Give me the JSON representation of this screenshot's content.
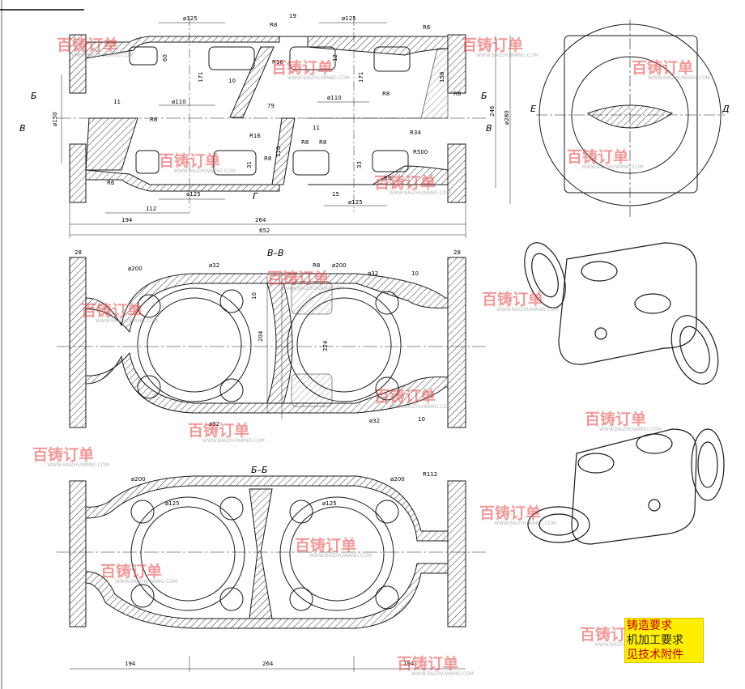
{
  "views": {
    "section_v": "В–В",
    "section_b": "Б–Б",
    "cut_b": "Б",
    "cut_v": "В",
    "cut_g": "Г",
    "cut_e": "Е",
    "cut_d": "Д"
  },
  "dims_top": [
    "ø125",
    "R8",
    "19",
    "ø125",
    "R6",
    "ø110",
    "ø110",
    "79",
    "10",
    "11",
    "R8",
    "R16",
    "R16",
    "R8",
    "R34",
    "R500",
    "R8",
    "R8",
    "ø125",
    "ø125",
    "112",
    "194",
    "264",
    "652",
    "ø150",
    "171",
    "171",
    "158",
    "246",
    "ø280",
    "110",
    "33",
    "31",
    "15",
    "11",
    "R8",
    "R8",
    "R6",
    "R8",
    "60",
    "12"
  ],
  "dims_section_v": [
    "28",
    "28",
    "ø200",
    "ø32",
    "R8",
    "ø200",
    "ø32",
    "10",
    "10",
    "204",
    "224",
    "ø32",
    "ø32",
    "10"
  ],
  "dims_section_b": [
    "ø200",
    "ø125",
    "ø125",
    "ø200",
    "R112",
    "194",
    "264",
    "194"
  ],
  "watermark": {
    "brand": "百铸订单",
    "url": "WWW.BAIZHUWANG.COM"
  },
  "tech_note": {
    "line1": "铸造要求",
    "line2": "机加工要求",
    "line3": "见技术附件"
  },
  "colors": {
    "line": "#1a1a1a",
    "watermark": "#e24a4a",
    "note_bg": "#ffee00",
    "note_text": "#c00000"
  }
}
